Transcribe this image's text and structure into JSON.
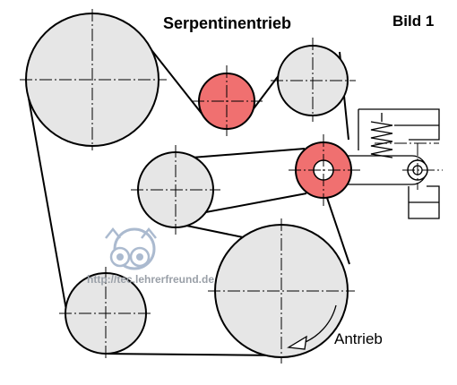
{
  "title": "Serpentinentrieb",
  "figure_label": "Bild 1",
  "drive_label": "Antrieb",
  "watermark": "http://tec.lehrerfreund.de",
  "colors": {
    "pulley_fill": "#e6e6e6",
    "idler_fill": "#f07070",
    "stroke": "#000000",
    "background": "#ffffff"
  }
}
